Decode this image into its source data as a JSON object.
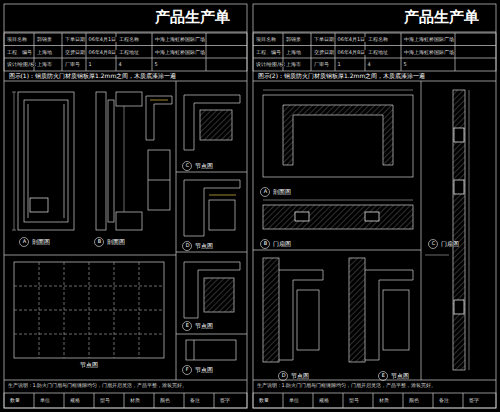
{
  "diagram": {
    "labels": [
      "产品生产单",
      "项目名称",
      "郭锦泉",
      "下单日期",
      "06年4月1日",
      "工程名称",
      "中海上海虹桥国际广场",
      "工程、编号",
      "上海地",
      "交货日期",
      "06年4月8日",
      "工程地址",
      "中海上海虹桥国际广场",
      "设计/绘图/校对",
      "上海市",
      "厂审号",
      "1",
      "4",
      "5",
      "图示(1)：钢质防火门材质钢板厚1.2mm之间，木质底漆涂一遍",
      "生产说明：1.防火门门扇与门框缝隙均匀，门扇开启灵活，产品平整，涂装完好。",
      "数量",
      "单位",
      "规格",
      "型号",
      "材质",
      "颜色",
      "备注",
      "签字",
      "A",
      "剖面图",
      "B",
      "剖面图",
      "C",
      "节点图",
      "D",
      "节点图",
      "E",
      "节点图",
      "F",
      "节点图",
      "节点图",
      "产品生产单",
      "项目名称",
      "郭锦泉",
      "下单日期",
      "06年4月1日",
      "工程名称",
      "中海上海虹桥国际广场",
      "工程、编号",
      "上海地",
      "交货日期",
      "06年4月8日",
      "工程地址",
      "中海上海虹桥国际广场",
      "设计/绘图/校对",
      "上海市",
      "厂审号",
      "1",
      "4",
      "5",
      "图示(2)：钢质防火门材质钢板厚1.2mm之间，木质底漆涂一遍",
      "生产说明：1.防火门门扇与门框缝隙均匀，门扇开启灵活，产品平整，涂装完好。",
      "数量",
      "单位",
      "规格",
      "型号",
      "材质",
      "颜色",
      "备注",
      "签字",
      "A",
      "剖面图",
      "B",
      "门扇图",
      "C",
      "门扇图",
      "D",
      "节点图",
      "E",
      "节点图"
    ]
  }
}
